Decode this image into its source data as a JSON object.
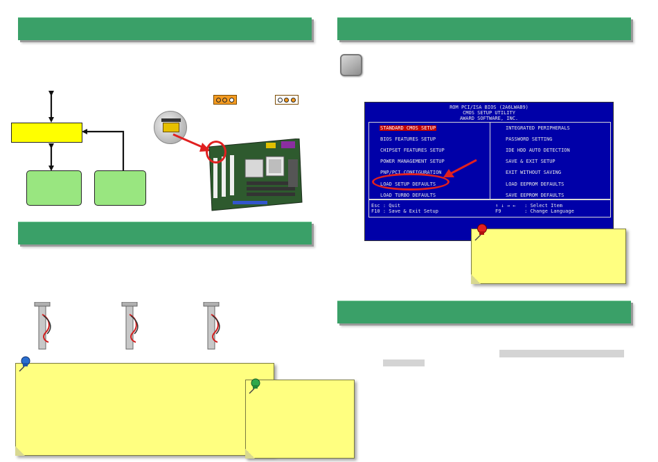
{
  "left_page": {
    "section_bars": [
      "",
      ""
    ],
    "diagram": {
      "top_box": "",
      "green_box_1": "",
      "green_box_2": ""
    },
    "jumper_legend": [
      "",
      ""
    ],
    "sticky_note_blue": "",
    "sticky_note_green": ""
  },
  "right_page": {
    "section_bars": [
      "",
      ""
    ],
    "bios": {
      "header_line_1": "ROM PCI/ISA BIOS (2A6LWAB9)",
      "header_line_2": "CMOS SETUP UTILITY",
      "header_line_3": "AWARD SOFTWARE, INC.",
      "left_menu": [
        "STANDARD CMOS SETUP",
        "BIOS FEATURES SETUP",
        "CHIPSET FEATURES SETUP",
        "POWER MANAGEMENT SETUP",
        "PNP/PCI CONFIGURATION",
        "LOAD SETUP DEFAULTS",
        "LOAD TURBO DEFAULTS"
      ],
      "right_menu": [
        "INTEGRATED PERIPHERALS",
        "PASSWORD SETTING",
        "IDE HDD AUTO DETECTION",
        "SAVE & EXIT SETUP",
        "EXIT WITHOUT SAVING",
        "LOAD EEPROM DEFAULTS",
        "SAVE EEPROM DEFAULTS"
      ],
      "selected_item": "STANDARD CMOS SETUP",
      "help_left": "Esc : Quit\nF10 : Save & Exit Setup",
      "help_right": "↑ ↓ → ←   : Select Item\nF9        : Change Language"
    },
    "sticky_note_red": ""
  },
  "colors": {
    "section_bar": "#3aa068",
    "bios_background": "#0000a8",
    "highlight_circle": "#e02020",
    "note_yellow": "#ffff80",
    "box_yellow": "#ffff00",
    "box_green": "#99e680"
  }
}
